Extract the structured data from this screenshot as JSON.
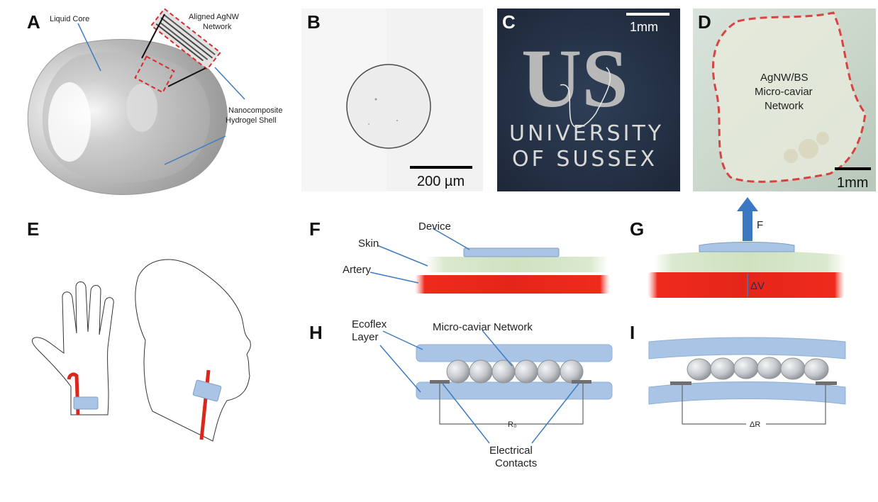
{
  "panels": {
    "A": {
      "letter": "A",
      "labels": {
        "core": "Liquid Core",
        "network": [
          "Aligned AgNW",
          "Network"
        ],
        "shell": [
          "Nanocomposite",
          "Hydrogel Shell"
        ]
      }
    },
    "B": {
      "letter": "B",
      "scale": "200 µm"
    },
    "C": {
      "letter": "C",
      "scale": "1mm",
      "logo": "US",
      "text_line1": "UNIVERSITY",
      "text_line2": "OF SUSSEX"
    },
    "D": {
      "letter": "D",
      "scale": "1mm",
      "label": [
        "AgNW/BS",
        "Micro-caviar",
        "Network"
      ]
    },
    "E": {
      "letter": "E"
    },
    "F": {
      "letter": "F",
      "labels": {
        "device": "Device",
        "skin": "Skin",
        "artery": "Artery"
      }
    },
    "G": {
      "letter": "G",
      "force": "F",
      "delta_v": "ΔV"
    },
    "H": {
      "letter": "H",
      "labels": {
        "ecoflex": [
          "Ecoflex",
          "Layer"
        ],
        "network": "Micro-caviar Network",
        "resistance": "R₀",
        "contacts": [
          "Electrical",
          "Contacts"
        ]
      }
    },
    "I": {
      "letter": "I",
      "delta_r": "ΔR"
    }
  },
  "colors": {
    "device_blue": "#a9c4e4",
    "artery_red": "#ee2a1c",
    "skin_green": "#dfead0",
    "arrow_blue": "#3b78c4",
    "bead_gray": "#c9cdd1",
    "photo_navy": "#26344a"
  }
}
